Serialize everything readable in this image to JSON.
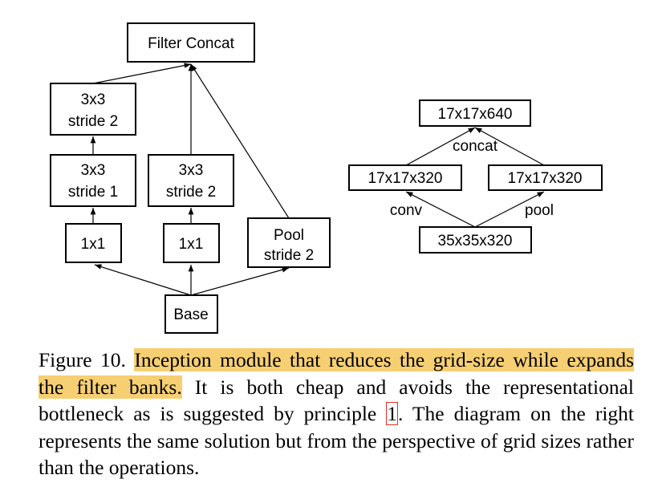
{
  "left_diagram": {
    "filter_concat": "Filter Concat",
    "a_top": [
      "3x3",
      "stride 2"
    ],
    "a_mid": [
      "3x3",
      "stride 1"
    ],
    "a_bot": "1x1",
    "b_top": [
      "3x3",
      "stride 2"
    ],
    "b_bot": "1x1",
    "pool": [
      "Pool",
      "stride 2"
    ],
    "base": "Base"
  },
  "right_diagram": {
    "top": "17x17x640",
    "concat_label": "concat",
    "left": "17x17x320",
    "right": "17x17x320",
    "conv_label": "conv",
    "pool_label": "pool",
    "bottom": "35x35x320"
  },
  "caption": {
    "prefix": "Figure 10. ",
    "highlight": "Inception module that reduces the grid-size while expands the filter banks.",
    "text_1": " It is both cheap and avoids the representational bottleneck as is suggested by principle ",
    "ref": "1",
    "text_2": ". The diagram on the right represents the same solution but from the perspective of grid sizes rather than the operations."
  },
  "colors": {
    "highlight": "#f6cf73",
    "reference_box": "#e0302a"
  }
}
